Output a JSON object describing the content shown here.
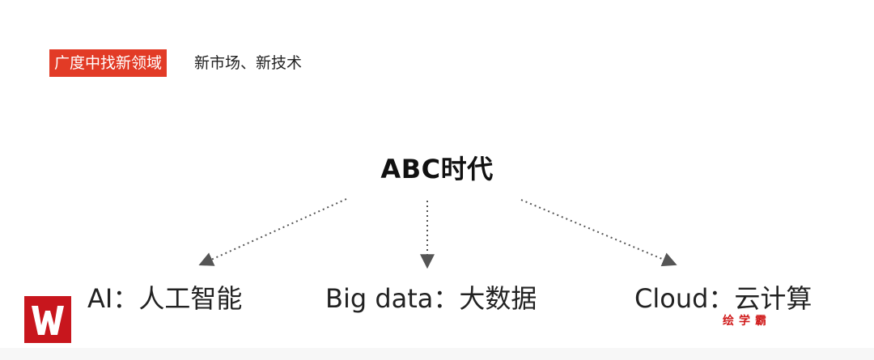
{
  "header": {
    "tag_label": "广度中找新领域",
    "subtitle": "新市场、新技术"
  },
  "diagram": {
    "center_title": "ABC时代",
    "nodes": [
      {
        "id": "ai",
        "label": "AI：人工智能"
      },
      {
        "id": "big-data",
        "label": "Big data：大数据"
      },
      {
        "id": "cloud",
        "label": "Cloud：云计算"
      }
    ]
  },
  "watermark": {
    "text": "绘学霸",
    "logo_icon": "w-logo-icon"
  },
  "colors": {
    "accent": "#e23b26",
    "logo_red": "#c8161d",
    "arrow": "#555555"
  }
}
